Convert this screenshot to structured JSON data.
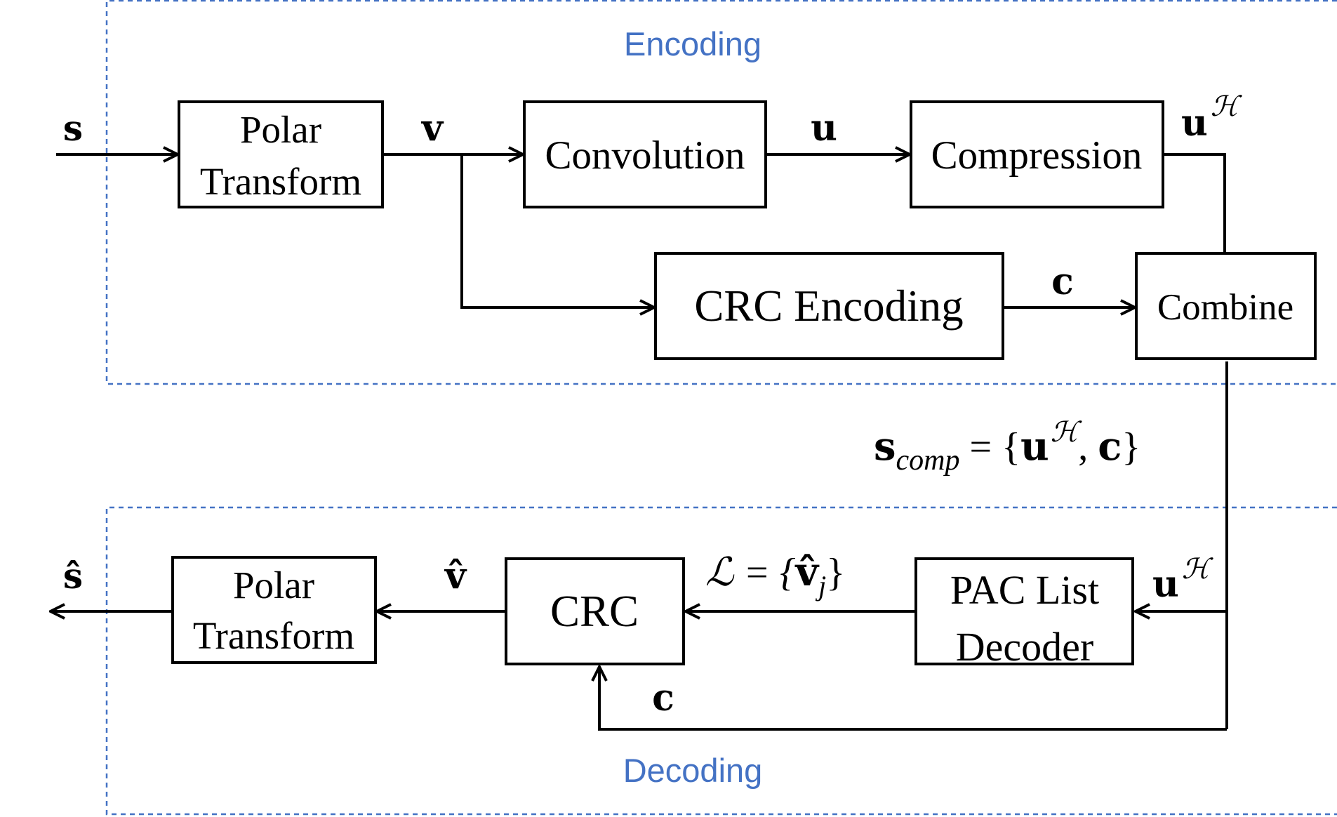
{
  "encoding": {
    "title": "Encoding",
    "blocks": {
      "polar_transform": [
        "Polar",
        "Transform"
      ],
      "convolution": "Convolution",
      "compression": "Compression",
      "crc_encoding": "CRC Encoding",
      "combine": "Combine"
    },
    "signals": {
      "input": "s",
      "v": "v",
      "u": "u",
      "u_h_base": "u",
      "u_h_sup": "ℋ",
      "c": "c"
    }
  },
  "combined_signal": {
    "base": "s",
    "subscript": "comp",
    "equals": " = {",
    "u": "u",
    "u_sup": "ℋ",
    "separator": ", ",
    "c": "c",
    "close": "}"
  },
  "decoding": {
    "title": "Decoding",
    "blocks": {
      "pac_list_decoder": [
        "PAC List",
        "Decoder"
      ],
      "crc": "CRC",
      "polar_transform": [
        "Polar",
        "Transform"
      ]
    },
    "signals": {
      "u_h_base": "u",
      "u_h_sup": "ℋ",
      "list_lhs": "ℒ = {",
      "list_v": "v̂",
      "list_sub": "j",
      "list_close": "}",
      "v_hat": "v̂",
      "c": "c",
      "output": "ŝ"
    }
  },
  "colors": {
    "region_border": "#4472c4",
    "region_title": "#4472c4",
    "block_border": "#000000",
    "wire": "#000000"
  }
}
